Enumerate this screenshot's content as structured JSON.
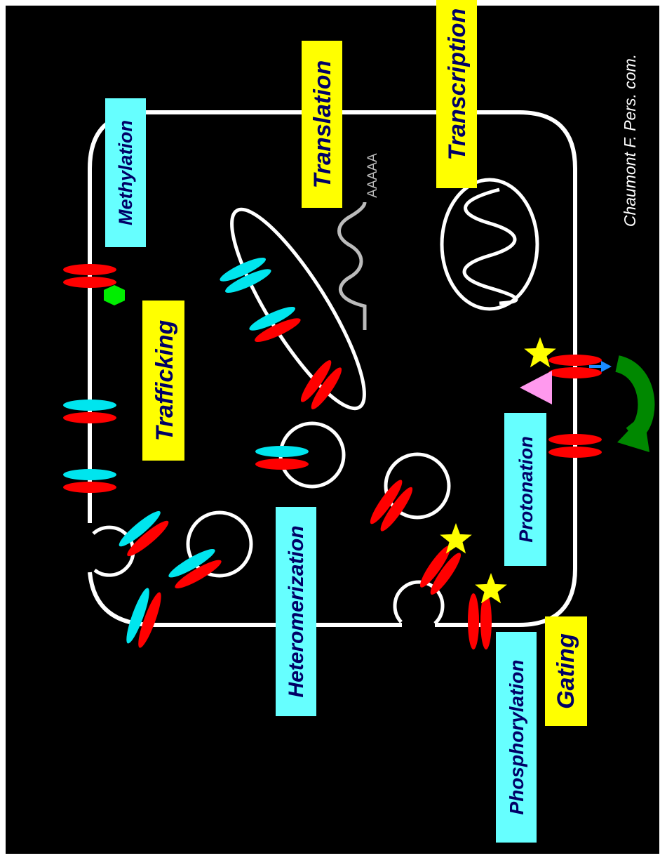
{
  "labels": {
    "methylation": "Methylation",
    "trafficking": "Trafficking",
    "translation": "Translation",
    "transcription": "Transcription",
    "heteromerization": "Heteromerization",
    "protonation": "Protonation",
    "phosphorylation": "Phosphorylation",
    "gating": "Gating"
  },
  "poly_a": "AAAAA",
  "credit": "Chaumont F. Pers. com.",
  "colors": {
    "background": "#000000",
    "membrane": "#ffffff",
    "yellow_label": "#ffff00",
    "cyan_label": "#66ffff",
    "label_text": "#000066",
    "red_subunit": "#ff0000",
    "cyan_subunit": "#00e5ee",
    "star": "#ffff00",
    "hexagon": "#00ee00",
    "triangle": "#ff99ee",
    "green_arrow": "#008800",
    "blue_arrow": "#1a8cff"
  }
}
